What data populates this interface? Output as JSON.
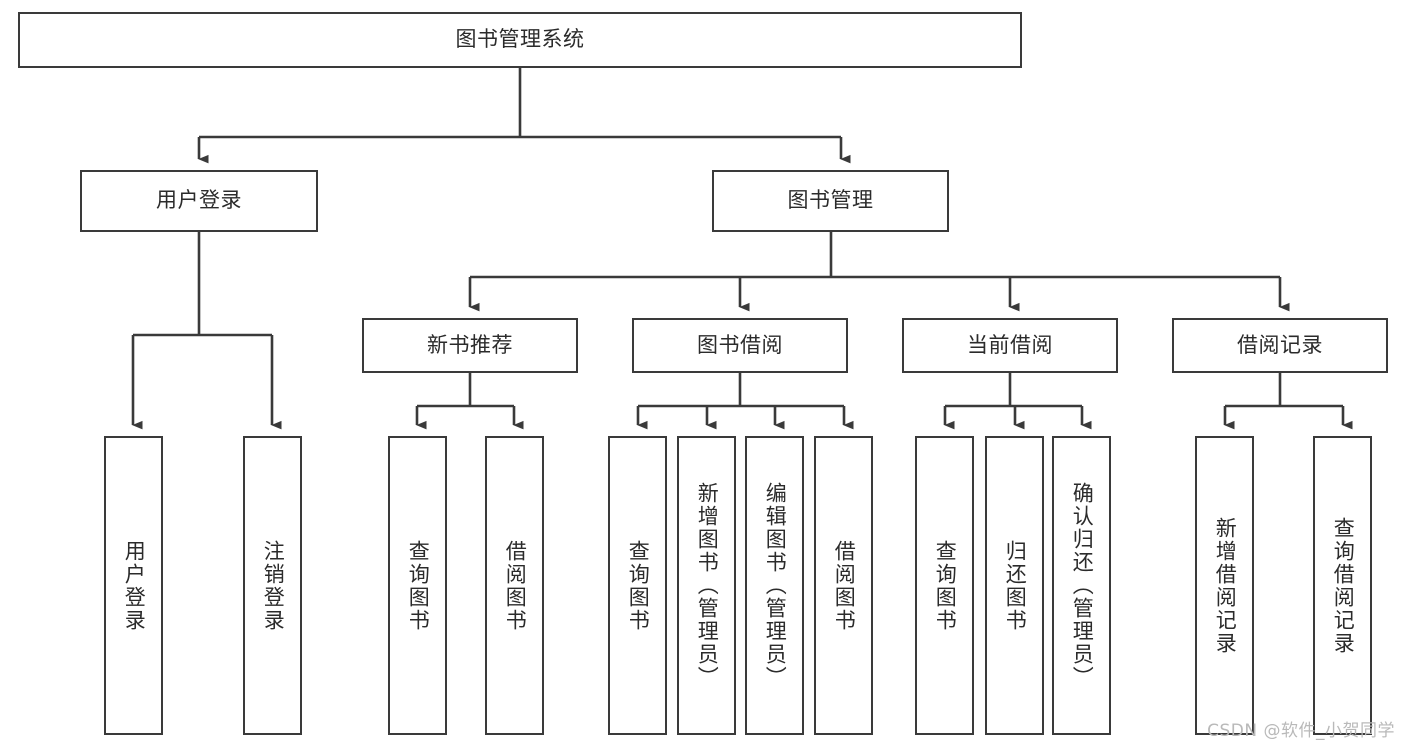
{
  "diagram": {
    "title": "图书管理系统",
    "type": "tree-hierarchy-diagram",
    "watermark": "CSDN @软件_小贺同学",
    "colors": {
      "background": "#ffffff",
      "node_border": "#3a3a3a",
      "node_fill": "#ffffff",
      "text": "#2b2b2b",
      "edge": "#3a3a3a",
      "watermark": "#b9b9b9"
    },
    "nodes": {
      "root": {
        "label": "图书管理系统"
      },
      "level2": [
        {
          "label": "用户登录"
        },
        {
          "label": "图书管理"
        }
      ],
      "level3": [
        {
          "label": "新书推荐"
        },
        {
          "label": "图书借阅"
        },
        {
          "label": "当前借阅"
        },
        {
          "label": "借阅记录"
        }
      ],
      "leaves": {
        "user_login": [
          {
            "label": "用户登录"
          },
          {
            "label": "注销登录"
          }
        ],
        "new_book_recommend": [
          {
            "label": "查询图书"
          },
          {
            "label": "借阅图书"
          }
        ],
        "book_borrow": [
          {
            "label": "查询图书"
          },
          {
            "label": "新增图书（管理员）"
          },
          {
            "label": "编辑图书（管理员）"
          },
          {
            "label": "借阅图书"
          }
        ],
        "current_borrow": [
          {
            "label": "查询图书"
          },
          {
            "label": "归还图书"
          },
          {
            "label": "确认归还（管理员）"
          }
        ],
        "borrow_record": [
          {
            "label": "新增借阅记录"
          },
          {
            "label": "查询借阅记录"
          }
        ]
      }
    }
  }
}
